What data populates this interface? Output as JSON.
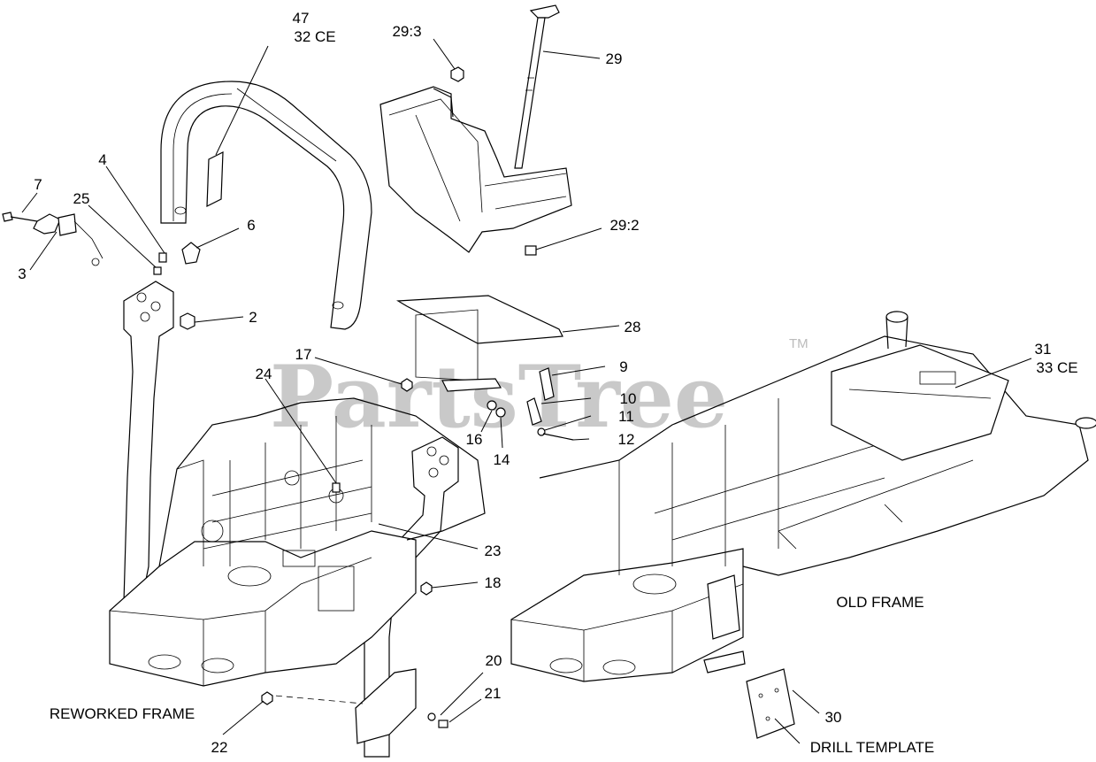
{
  "watermark": {
    "text": "PartsTree",
    "tm": "TM"
  },
  "callouts": [
    {
      "id": "c47",
      "lines": [
        "47",
        "32 CE"
      ]
    },
    {
      "id": "c29-3",
      "lines": [
        "29:3"
      ]
    },
    {
      "id": "c29",
      "lines": [
        "29"
      ]
    },
    {
      "id": "c7",
      "lines": [
        "7"
      ]
    },
    {
      "id": "c4",
      "lines": [
        "4"
      ]
    },
    {
      "id": "c25",
      "lines": [
        "25"
      ]
    },
    {
      "id": "c6",
      "lines": [
        "6"
      ]
    },
    {
      "id": "c3",
      "lines": [
        "3"
      ]
    },
    {
      "id": "c29-2",
      "lines": [
        "29:2"
      ]
    },
    {
      "id": "c2",
      "lines": [
        "2"
      ]
    },
    {
      "id": "c28",
      "lines": [
        "28"
      ]
    },
    {
      "id": "c17",
      "lines": [
        "17"
      ]
    },
    {
      "id": "c24",
      "lines": [
        "24"
      ]
    },
    {
      "id": "c9",
      "lines": [
        "9"
      ]
    },
    {
      "id": "c10",
      "lines": [
        "10"
      ]
    },
    {
      "id": "c11",
      "lines": [
        "11"
      ]
    },
    {
      "id": "c16",
      "lines": [
        "16"
      ]
    },
    {
      "id": "c12",
      "lines": [
        "12"
      ]
    },
    {
      "id": "c14",
      "lines": [
        "14"
      ]
    },
    {
      "id": "c31",
      "lines": [
        "31",
        "33 CE"
      ]
    },
    {
      "id": "c23",
      "lines": [
        "23"
      ]
    },
    {
      "id": "c18",
      "lines": [
        "18"
      ]
    },
    {
      "id": "c20",
      "lines": [
        "20"
      ]
    },
    {
      "id": "c21",
      "lines": [
        "21"
      ]
    },
    {
      "id": "c22",
      "lines": [
        "22"
      ]
    },
    {
      "id": "c30",
      "lines": [
        "30"
      ]
    }
  ],
  "labels": {
    "reworked_frame": "REWORKED FRAME",
    "old_frame": "OLD FRAME",
    "drill_template": "DRILL TEMPLATE"
  }
}
